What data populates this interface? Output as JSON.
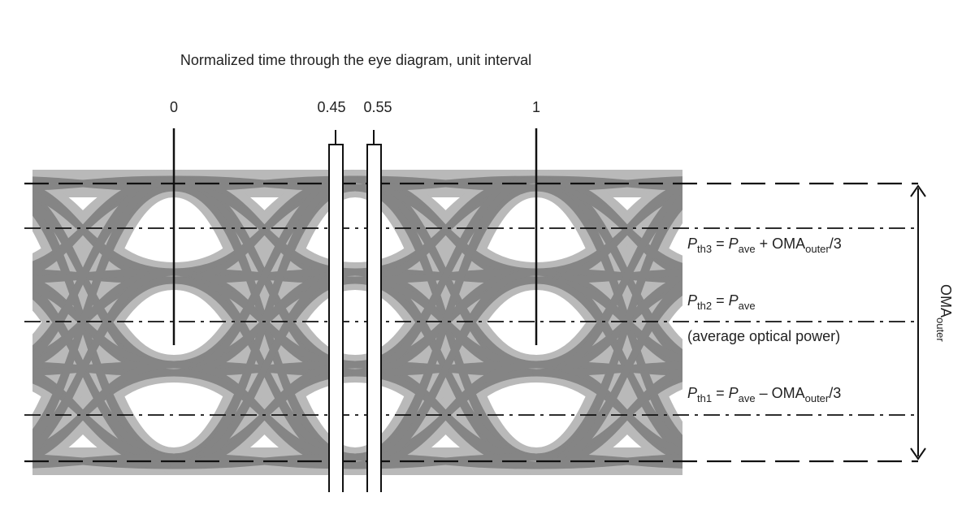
{
  "diagram": {
    "title": "Normalized time through the eye diagram, unit interval",
    "time_ticks": [
      {
        "label": "0"
      },
      {
        "label": "0.45"
      },
      {
        "label": "0.55"
      },
      {
        "label": "1"
      }
    ],
    "thresholds": {
      "pth3": {
        "p": "P",
        "sub": "th3",
        "eq": " = ",
        "pave": "P",
        "pave_sub": "ave",
        "rest": " + OMA",
        "oma_sub": "outer",
        "tail": "/3"
      },
      "pth2": {
        "p": "P",
        "sub": "th2",
        "eq": " = ",
        "pave": "P",
        "pave_sub": "ave"
      },
      "pth2_note": "(average optical power)",
      "pth1": {
        "p": "P",
        "sub": "th1",
        "eq": " = ",
        "pave": "P",
        "pave_sub": "ave",
        "rest": " – OMA",
        "oma_sub": "outer",
        "tail": "/3"
      }
    },
    "oma_label": {
      "main": "OMA",
      "sub": "outer"
    },
    "colors": {
      "eye_light": "#b9b9b9",
      "eye_dark": "#858585",
      "line": "#111111"
    }
  }
}
